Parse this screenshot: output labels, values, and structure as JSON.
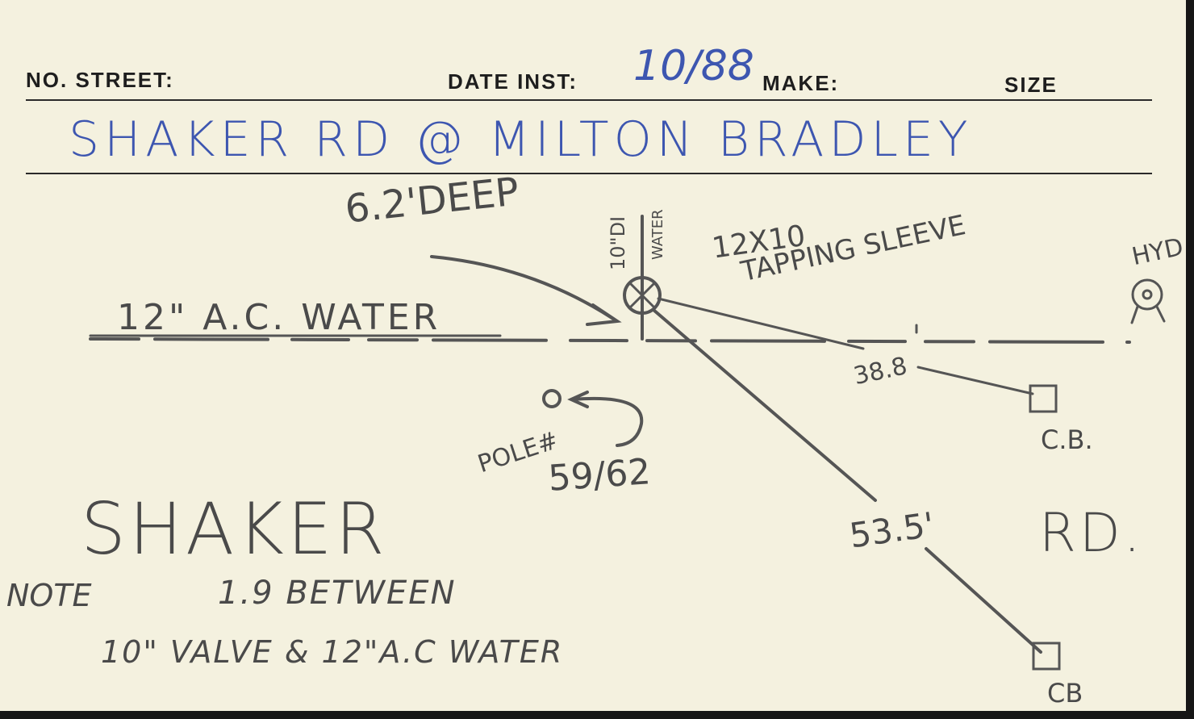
{
  "header": {
    "no_street_label": "NO. STREET:",
    "date_inst_label": "DATE INST:",
    "date_inst_value": "10/88",
    "make_label": "MAKE:",
    "size_label": "SIZE"
  },
  "street_line": "SHAKER RD @ MILTON BRADLEY",
  "sketch": {
    "depth_note": "6.2'DEEP",
    "vertical_pipe_size": "10\"DI",
    "vertical_pipe_material": "WATER",
    "tapping_size": "12X10",
    "tapping_label": "TAPPING SLEEVE",
    "hydrant_label": "HYD.",
    "main_label": "12\" A.C. WATER",
    "distance_1": "38.8",
    "cb_label_1": "C.B.",
    "pole_label": "POLE#",
    "pole_number": "59/62",
    "distance_2": "53.5'",
    "road_name_left": "SHAKER",
    "road_name_right": "RD.",
    "cb_label_2": "CB"
  },
  "note": {
    "line1_label": "NOTE",
    "line1_text": "1.9 BETWEEN",
    "line2_text": "10\" VALVE & 12\"A.C WATER"
  },
  "colors": {
    "card": "#f4f1df",
    "ink_blue": "#3d56b0",
    "pencil": "#555555",
    "print": "#1e1e1e"
  }
}
